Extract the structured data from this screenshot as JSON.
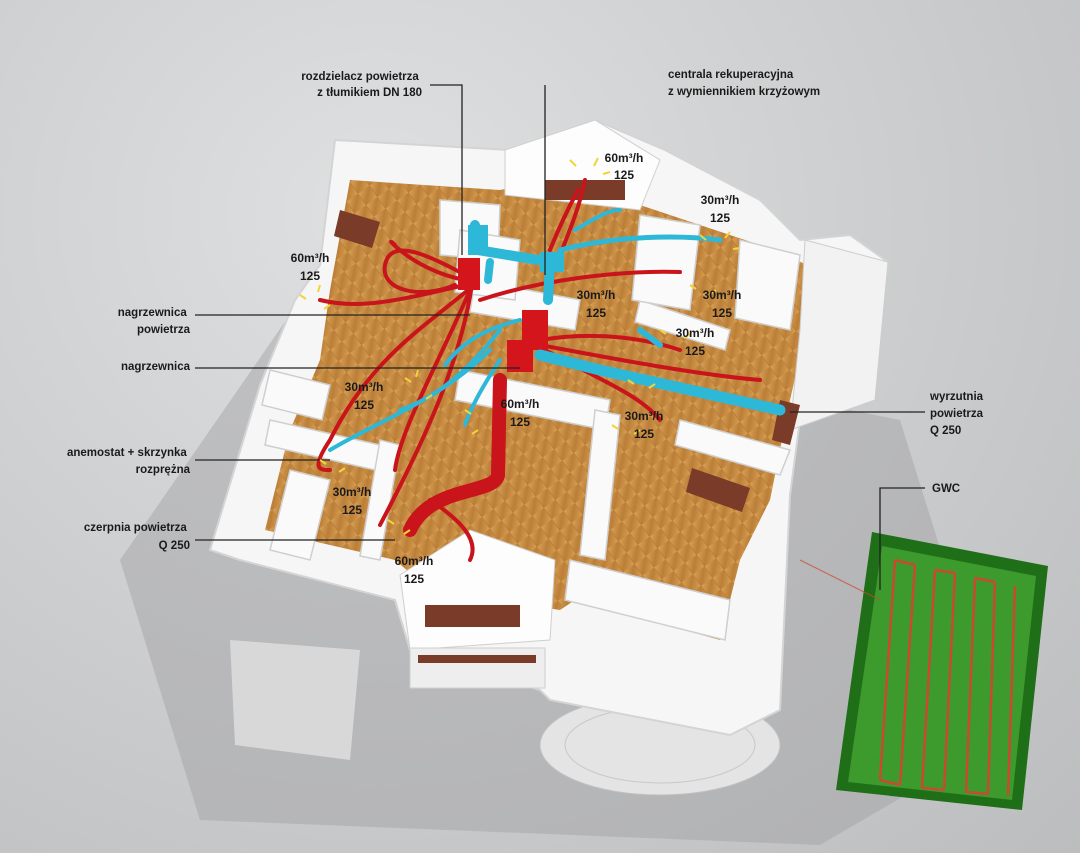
{
  "colors": {
    "background": "#c9cacb",
    "supply_duct": "#c8141a",
    "exhaust_duct": "#2eb8d8",
    "gwc_field": "#2f8a22",
    "floor": "#c98a3c",
    "walls": "#f4f4f4"
  },
  "callouts": {
    "air_distributor": [
      "rozdzielacz powietrza",
      "z tłumikiem DN 180"
    ],
    "recovery_unit": [
      "centrala rekuperacyjna",
      "z wymiennikiem krzyżowym"
    ],
    "air_heater": [
      "nagrzewnica",
      "powietrza"
    ],
    "heater": [
      "nagrzewnica"
    ],
    "anemostat_box": [
      "anemostat + skrzynka",
      "rozprężna"
    ],
    "air_intake": [
      "czerpnia powietrza",
      "Q 250"
    ],
    "air_exhaust": [
      "wyrzutnia",
      "powietrza",
      "Q 250"
    ],
    "gwc": [
      "GWC"
    ]
  },
  "flow_labels": [
    {
      "flow": "60m³/h",
      "diameter": "125"
    },
    {
      "flow": "30m³/h",
      "diameter": "125"
    },
    {
      "flow": "60m³/h",
      "diameter": "125"
    },
    {
      "flow": "30m³/h",
      "diameter": "125"
    },
    {
      "flow": "30m³/h",
      "diameter": "125"
    },
    {
      "flow": "30m³/h",
      "diameter": "125"
    },
    {
      "flow": "30m³/h",
      "diameter": "125"
    },
    {
      "flow": "60m³/h",
      "diameter": "125"
    },
    {
      "flow": "30m³/h",
      "diameter": "125"
    },
    {
      "flow": "30m³/h",
      "diameter": "125"
    },
    {
      "flow": "60m³/h",
      "diameter": "125"
    }
  ]
}
